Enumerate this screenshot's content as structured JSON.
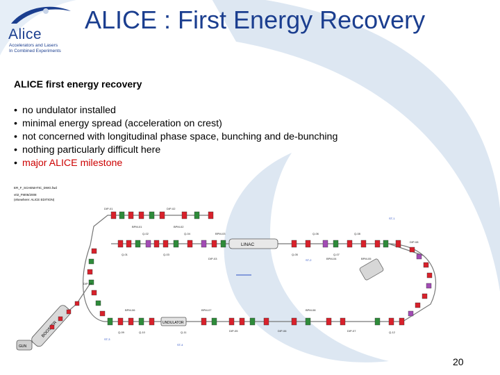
{
  "slide": {
    "title": "ALICE : First Energy Recovery",
    "subtitle": "ALICE first energy recovery",
    "bullets": [
      {
        "text": "no undulator installed",
        "highlight": false
      },
      {
        "text": "minimal energy spread (acceleration on crest)",
        "highlight": false
      },
      {
        "text": "not concerned with longitudinal phase space, bunching and de-bunching",
        "highlight": false
      },
      {
        "text": "nothing particularly difficult here",
        "highlight": false
      },
      {
        "text": "major ALICE milestone",
        "highlight": true
      }
    ],
    "bullet_glyph": "•",
    "page_number": "20"
  },
  "logo": {
    "name": "Alice",
    "line1": "Accelerators and Lasers",
    "line2": "In Combined Experiments"
  },
  "diagram": {
    "header": [
      "ER_F_SCHEMATIC_DWG.fwd",
      "v02_FM06/2008",
      "(elsewhere: ALICE EDITION)"
    ],
    "labels": {
      "linac": "LINAC",
      "booster": "BOOSTER",
      "gun": "GUN",
      "undulator": "UNDULATOR",
      "dipole_tags": [
        "DIP-01",
        "DIP-02",
        "DIP-03",
        "DIP-04",
        "DIP-05",
        "DIP-06",
        "DIP-07",
        "DIP-08"
      ],
      "quad_tags": [
        "Q-01",
        "Q-02",
        "Q-03",
        "Q-04",
        "Q-05",
        "Q-06",
        "Q-07",
        "Q-08",
        "Q-09",
        "Q-10",
        "Q-11",
        "Q-12"
      ],
      "bpm_tags": [
        "BPM-01",
        "BPM-02",
        "BPM-03",
        "BPM-04",
        "BPM-05",
        "BPM-06",
        "BPM-07",
        "BPM-08"
      ],
      "stations": [
        "ST-1",
        "ST-2",
        "ST-3",
        "ST-4"
      ]
    }
  },
  "colors": {
    "title_blue": "#1b3e8f",
    "swoosh": "#d4e0ee",
    "highlight_red": "#cc0000",
    "magnet_red": "#d8212b",
    "quad_green": "#2e8b3a",
    "steer_purple": "#a24cb5",
    "blue_label": "#2a4fc4",
    "beam_gray": "#777777"
  },
  "icons": [
    "alice-logo-icon",
    "swoosh-icon"
  ]
}
